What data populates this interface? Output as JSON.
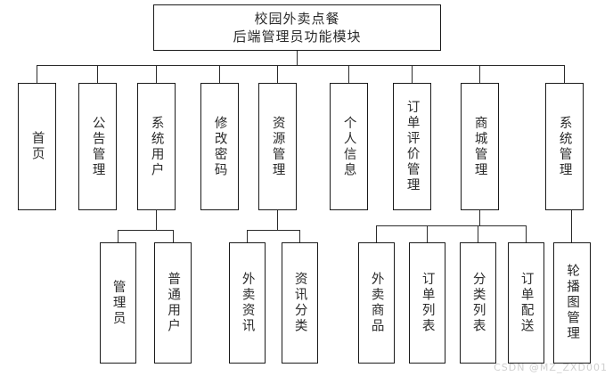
{
  "diagram": {
    "type": "org-chart",
    "title_lines": [
      "校园外卖点餐",
      "后端管理员功能模块"
    ],
    "watermark": "CSDN @MZ_ZXD001",
    "colors": {
      "background": "#ffffff",
      "border": "#1a1a1a",
      "text": "#2b2b2b",
      "connector": "#2b2b2b",
      "watermark": "#cfcfcf"
    },
    "level1": {
      "label": "校园外卖点餐后端管理员功能模块"
    },
    "level2": [
      {
        "label": "首页"
      },
      {
        "label": "公告管理"
      },
      {
        "label": "系统用户"
      },
      {
        "label": "修改密码"
      },
      {
        "label": "资源管理"
      },
      {
        "label": "个人信息"
      },
      {
        "label": "订单评价管理"
      },
      {
        "label": "商城管理"
      },
      {
        "label": "系统管理"
      }
    ],
    "level3": [
      {
        "label": "管理员",
        "parent": "系统用户"
      },
      {
        "label": "普通用户",
        "parent": "系统用户"
      },
      {
        "label": "外卖资讯",
        "parent": "资源管理"
      },
      {
        "label": "资讯分类",
        "parent": "资源管理"
      },
      {
        "label": "外卖商品",
        "parent": "商城管理"
      },
      {
        "label": "订单列表",
        "parent": "商城管理"
      },
      {
        "label": "分类列表",
        "parent": "商城管理"
      },
      {
        "label": "订单配送",
        "parent": "商城管理"
      },
      {
        "label": "轮播图管理",
        "parent": "系统管理"
      }
    ]
  }
}
